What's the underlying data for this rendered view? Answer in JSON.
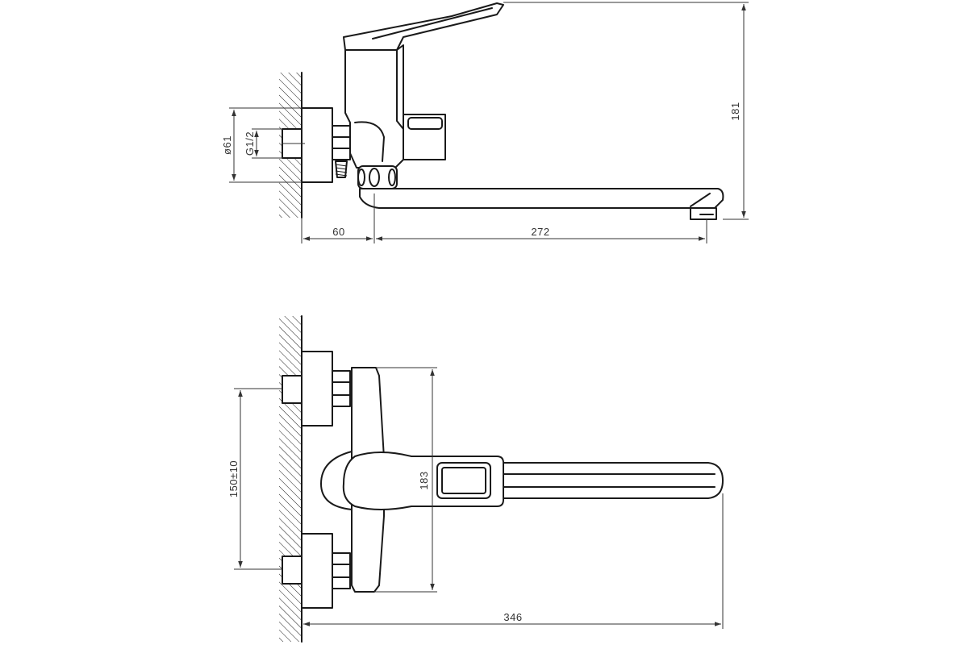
{
  "dimensions": {
    "inlet_offset": "60",
    "spout_reach": "272",
    "total_height": "181",
    "flange_diameter": "ø61",
    "thread": "G1/2",
    "center_spacing": "150±10",
    "body_height": "183",
    "total_length": "346"
  },
  "colors": {
    "line": "#1a1a1a",
    "background": "#ffffff"
  }
}
